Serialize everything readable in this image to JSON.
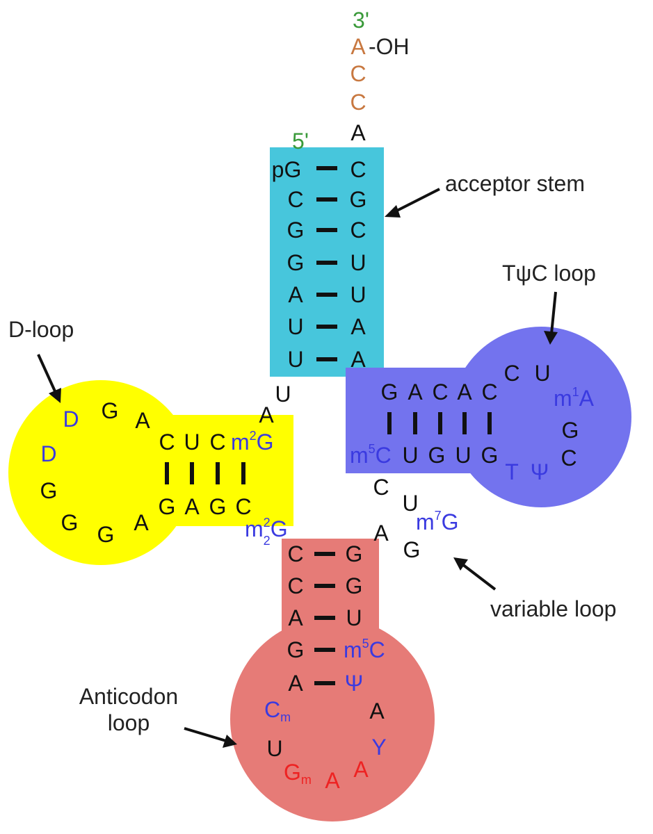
{
  "colors": {
    "acceptor_stem": "#47c6dc",
    "d_loop": "#ffff00",
    "tpsic_loop": "#7373ee",
    "anticodon_loop": "#e67b77",
    "standard": "#111111",
    "modified": "#3a3ae0",
    "cca": "#c87840",
    "end_label": "#3a9a3a",
    "anticodon": "#ee2222"
  },
  "labels": {
    "three_prime": "3'",
    "five_prime": "5'",
    "oh": "-OH",
    "acceptor_stem": "acceptor stem",
    "tpsic_loop": "TψC loop",
    "d_loop": "D-loop",
    "variable_loop": "variable loop",
    "anticodon_loop_line1": "Anticodon",
    "anticodon_loop_line2": "loop"
  },
  "bases": {
    "cca": [
      "A",
      "C",
      "C"
    ],
    "acceptor_a": "A",
    "acceptor_5p_side": [
      "pG",
      "C",
      "G",
      "G",
      "A",
      "U",
      "U"
    ],
    "acceptor_3p_side": [
      "C",
      "G",
      "C",
      "U",
      "U",
      "A",
      "A"
    ],
    "u8": "U",
    "a9": "A",
    "d_stem_top": [
      "C",
      "U",
      "C"
    ],
    "d_stem_top_mod_base": "m",
    "d_stem_top_mod_sup": "2",
    "d_stem_top_mod_tail": "G",
    "d_stem_bottom": [
      "G",
      "A",
      "G",
      "C"
    ],
    "d_junction_base": "m",
    "d_junction_sup": "2",
    "d_junction_sub": "2",
    "d_junction_tail": "G",
    "d_loop": [
      "A",
      "G",
      "D",
      "D",
      "G",
      "G",
      "G",
      "A"
    ],
    "d_loop_modified": [
      "D",
      "D"
    ],
    "t_stem_top": [
      "G",
      "A",
      "C",
      "A",
      "C"
    ],
    "t_stem_bottom": [
      "U",
      "G",
      "U",
      "G"
    ],
    "t_stem_mod_base": "m",
    "t_stem_mod_sup": "5",
    "t_stem_mod_tail": "C",
    "t_loop": [
      "C",
      "U",
      "G",
      "C"
    ],
    "t_loop_m1a_base": "m",
    "t_loop_m1a_sup": "1",
    "t_loop_m1a_tail": "A",
    "t_loop_modified": [
      "T",
      "Ψ"
    ],
    "variable": [
      "C",
      "U",
      "A",
      "G"
    ],
    "variable_mod_base": "m",
    "variable_mod_sup": "7",
    "variable_mod_tail": "G",
    "ac_stem_5p": [
      "C",
      "C",
      "A",
      "G",
      "A"
    ],
    "ac_stem_3p": [
      "G",
      "G",
      "U"
    ],
    "ac_stem_mod_base": "m",
    "ac_stem_mod_sup": "5",
    "ac_stem_mod_tail": "C",
    "ac_stem_psi": "Ψ",
    "ac_loop_cm_base": "C",
    "ac_loop_cm_sub": "m",
    "ac_loop_u": "U",
    "ac_loop_gm_base": "G",
    "ac_loop_gm_sub": "m",
    "ac_loop_anticodon": [
      "A",
      "A"
    ],
    "ac_loop_y": "Y",
    "ac_loop_a": "A"
  }
}
